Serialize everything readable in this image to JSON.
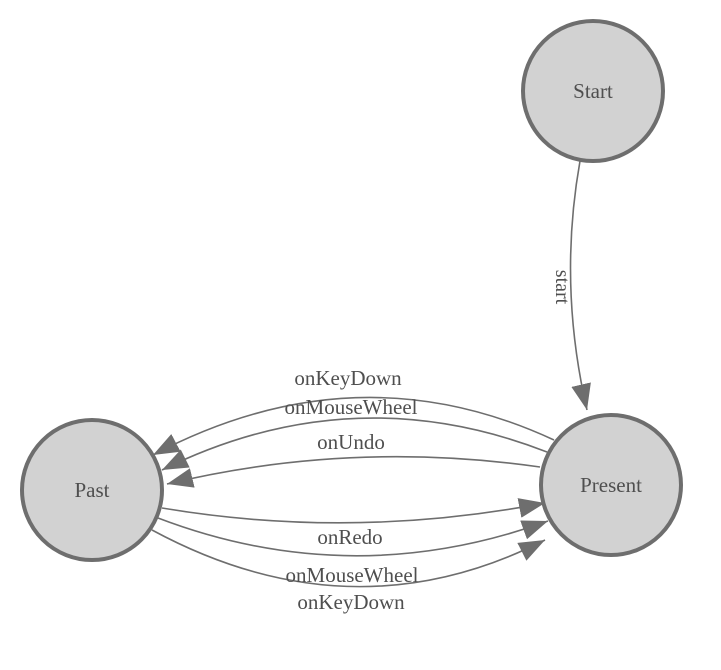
{
  "diagram": {
    "type": "state-machine",
    "background_color": "#ffffff",
    "node_fill_color": "#d2d2d2",
    "node_stroke_color": "#6e6e6e",
    "edge_color": "#6e6e6e",
    "label_color": "#4f4f4f",
    "nodes": [
      {
        "id": "start",
        "label": "Start"
      },
      {
        "id": "present",
        "label": "Present"
      },
      {
        "id": "past",
        "label": "Past"
      }
    ],
    "edges": [
      {
        "from": "Start",
        "to": "Present",
        "label": "start"
      },
      {
        "from": "Present",
        "to": "Past",
        "label": "onKeyDown"
      },
      {
        "from": "Present",
        "to": "Past",
        "label": "onMouseWheel"
      },
      {
        "from": "Present",
        "to": "Past",
        "label": "onUndo"
      },
      {
        "from": "Past",
        "to": "Present",
        "label": "onRedo"
      },
      {
        "from": "Past",
        "to": "Present",
        "label": "onMouseWheel"
      },
      {
        "from": "Past",
        "to": "Present",
        "label": "onKeyDown"
      }
    ]
  }
}
